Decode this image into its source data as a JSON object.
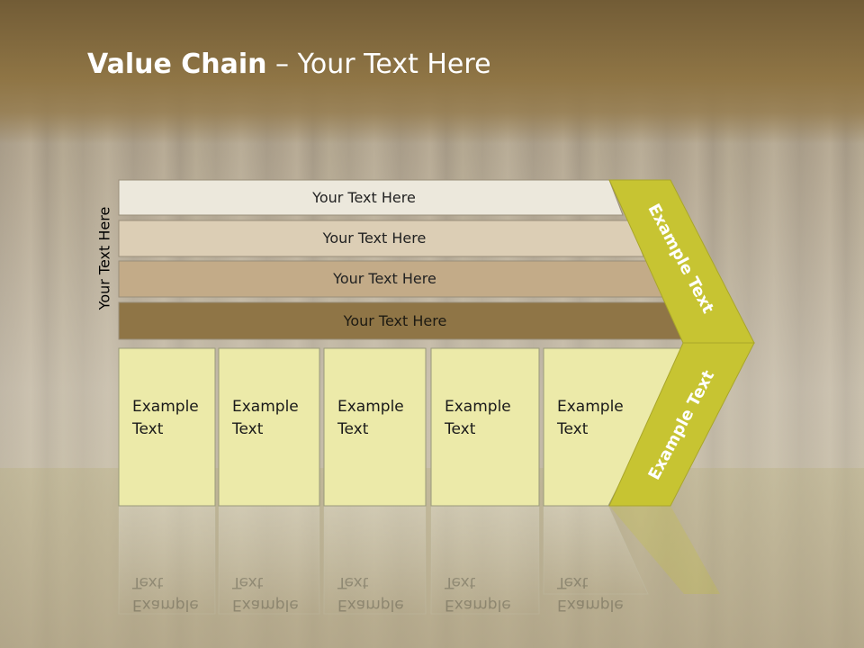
{
  "slide": {
    "title_bold": "Value Chain",
    "title_rest": " – Your Text Here",
    "side_label": "Your Text Here"
  },
  "rows": [
    {
      "label": "Your Text Here",
      "color": "#ece8dc"
    },
    {
      "label": "Your Text Here",
      "color": "#dcceb5"
    },
    {
      "label": "Your Text Here",
      "color": "#c3ab88"
    },
    {
      "label": "Your Text Here",
      "color": "#8f7546"
    }
  ],
  "boxes": [
    {
      "label": "Example\nText"
    },
    {
      "label": "Example\nText"
    },
    {
      "label": "Example\nText"
    },
    {
      "label": "Example\nText"
    },
    {
      "label": "Example\nText"
    }
  ],
  "arrow": {
    "upper_label": "Example Text",
    "lower_label": "Example Text",
    "color": "#c7c432"
  },
  "colors": {
    "box_fill": "#eceaa9",
    "header": "#8f7545"
  }
}
